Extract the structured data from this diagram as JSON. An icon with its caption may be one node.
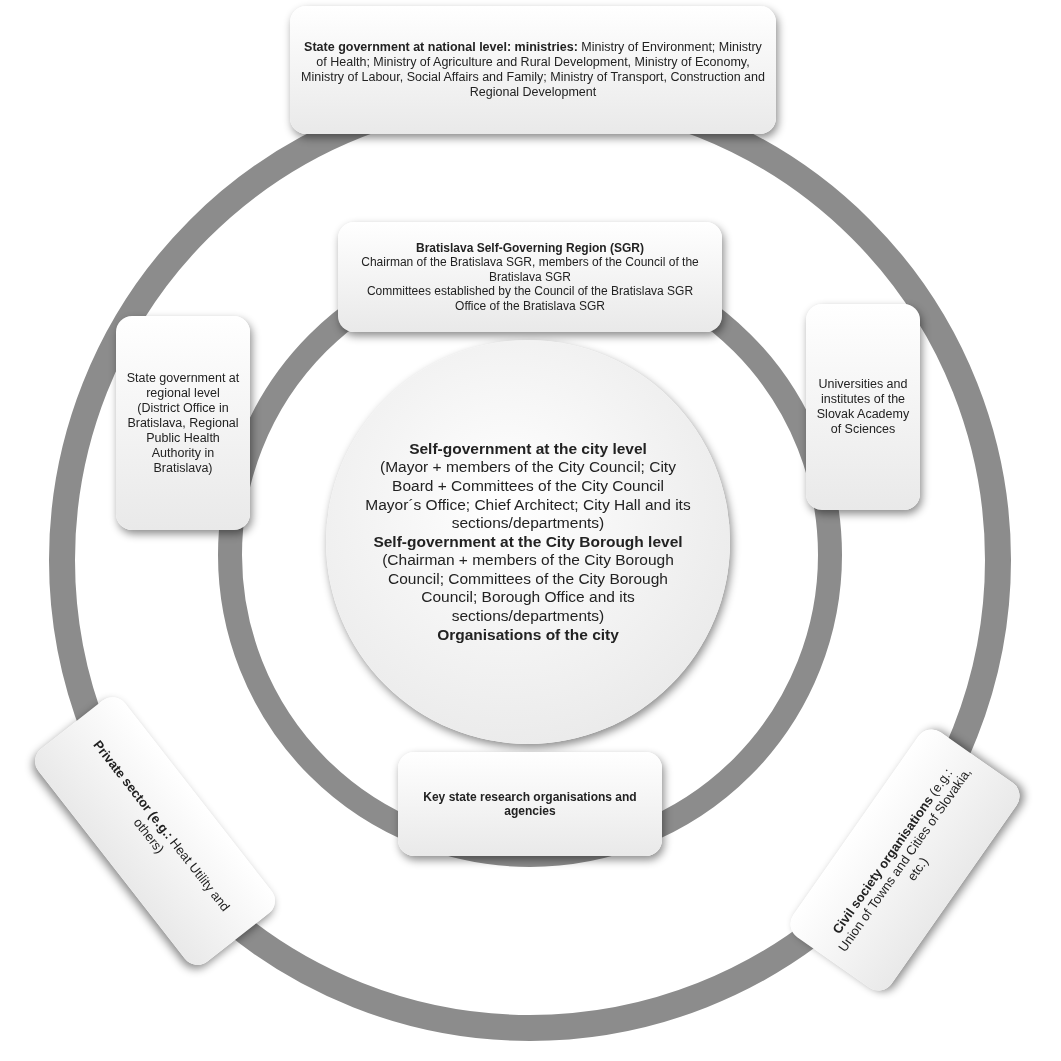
{
  "diagram": {
    "nodes": [
      {
        "text": [
          "**State government at national level: ministries:** Ministry of Environment; Ministry of Health; Ministry of Agriculture and Rural Development, Ministry of Economy, Ministry of Labour, Social Affairs and Family; Ministry of Transport, Construction and Regional Development"
        ]
      },
      {
        "text": [
          "Bratislava Self-Governing Region (SGR)",
          "Chairman of the Bratislava SGR, members of the Council of the Bratislava SGR",
          "Committees established by the Council of the Bratislava SGR",
          "Office of the Bratislava SGR"
        ]
      },
      {
        "text": [
          "Self-government at the city level",
          "(Mayor + members of the City Council; City Board + Committees of the City Council",
          "Mayor´s Office; Chief Architect; City Hall and its sections/departments)",
          "**Self-government at the City Borough level** (Chairman + members of the City Borough Council; Committees of the City Borough Council; Borough Office and its sections/departments)",
          "Organisations of the city"
        ]
      },
      {
        "text": [
          "State government at regional level (District Office in Bratislava, Regional Public Health Authority in Bratislava)"
        ]
      },
      {
        "text": [
          "Universities and institutes of the Slovak Academy of Sciences"
        ]
      },
      {
        "text": [
          "**Private sector (e.g.:** Heat Utility and others)"
        ]
      },
      {
        "text": [
          "Key state research organisations and agencies"
        ]
      },
      {
        "text": [
          "**Civil society organisations** (e.g.: Union of Towns and Cities of Slovakia, etc.)"
        ]
      }
    ]
  }
}
